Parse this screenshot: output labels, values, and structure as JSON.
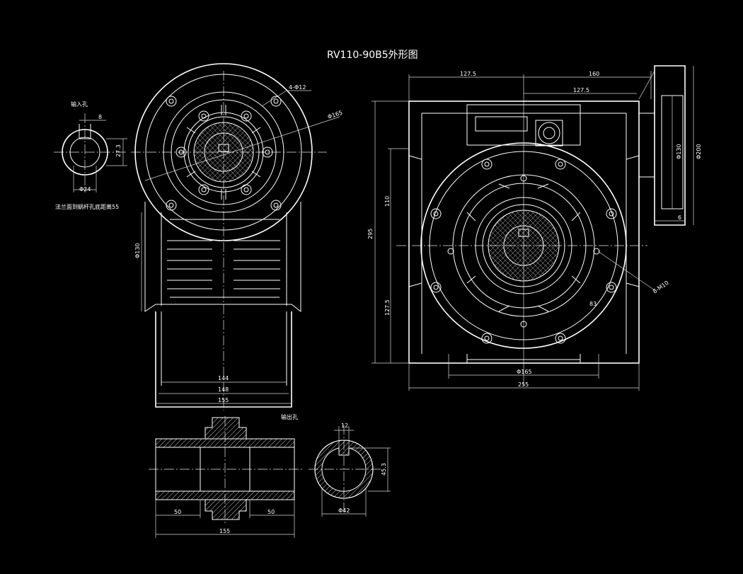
{
  "drawing": {
    "title": "RV110-90B5外形图",
    "input_hole": {
      "label": "输入孔",
      "note": "法兰面到蜗杆孔底距离55",
      "key_width": "8",
      "key_depth": "27.3",
      "bore": "Φ24"
    },
    "front_view": {
      "bolt_holes": "4-Φ12",
      "pcd": "Φ165",
      "dim_130": "Φ130",
      "dim_144": "144",
      "dim_148": "148",
      "dim_155": "155"
    },
    "output_hole": {
      "label": "输出孔",
      "dim_left": "50",
      "dim_right": "50",
      "dim_total": "155",
      "key_width": "12",
      "key_depth": "45.3",
      "bore": "Φ42"
    },
    "side_view": {
      "dim_1275_top": "127.5",
      "dim_160": "160",
      "dim_1275_mid": "127.5",
      "dim_295": "295",
      "dim_110": "110",
      "dim_1275_left": "127.5",
      "dim_phi130": "Φ130",
      "dim_phi200": "Φ200",
      "dim_6": "6",
      "threads": "8-M10",
      "dim_83": "83",
      "dim_phi165": "Φ165",
      "dim_255": "255"
    }
  }
}
